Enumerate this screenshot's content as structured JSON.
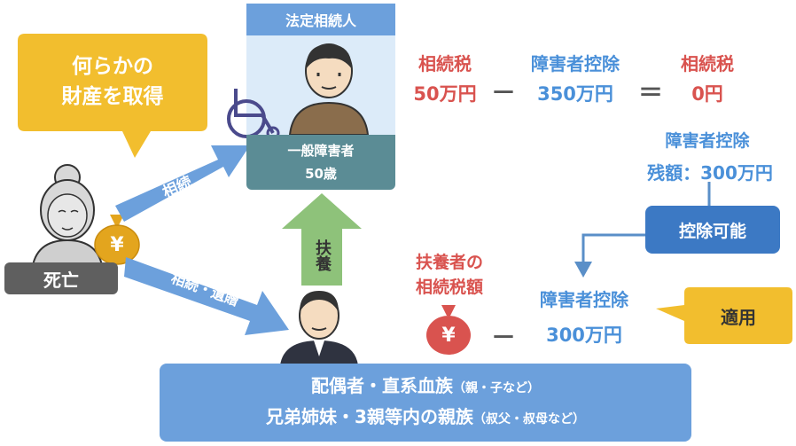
{
  "bubble_left": {
    "line1": "何らかの",
    "line2": "財産を取得"
  },
  "deceased_label": "死亡",
  "arrow_inherit": "相続",
  "arrow_inherit_bequest": "相続・遺贈",
  "heir_header": "法定相続人",
  "heir_card": {
    "line1": "一般障害者",
    "line2": "50歳"
  },
  "support_arrow": "扶養",
  "equation": {
    "tax_label_1": "相続税",
    "tax_value_1": "50万円",
    "deduction_label": "障害者控除",
    "deduction_value": "350万円",
    "tax_label_2": "相続税",
    "tax_value_2": "0円",
    "minus": "－",
    "equals": "＝"
  },
  "remaining": {
    "label": "障害者控除",
    "value": "残額：300万円"
  },
  "deductible_badge": "控除可能",
  "supporter_tax": {
    "line1": "扶養者の",
    "line2": "相続税額"
  },
  "supporter_deduction": {
    "label": "障害者控除",
    "value": "300万円",
    "minus": "－"
  },
  "apply_bubble": "適用",
  "yen_symbol": "¥",
  "bottom_box": {
    "line1_main": "配偶者・直系血族",
    "line1_sub": "（親・子など）",
    "line2_main": "兄弟姉妹・3親等内の親族",
    "line2_sub": "（叔父・叔母など）"
  },
  "colors": {
    "yellow": "#f2be2e",
    "blue_box": "#6ca0dc",
    "teal": "#5b8c95",
    "red": "#d9534f",
    "blue_text": "#4a90d9",
    "green_arrow": "#8ec27a"
  }
}
